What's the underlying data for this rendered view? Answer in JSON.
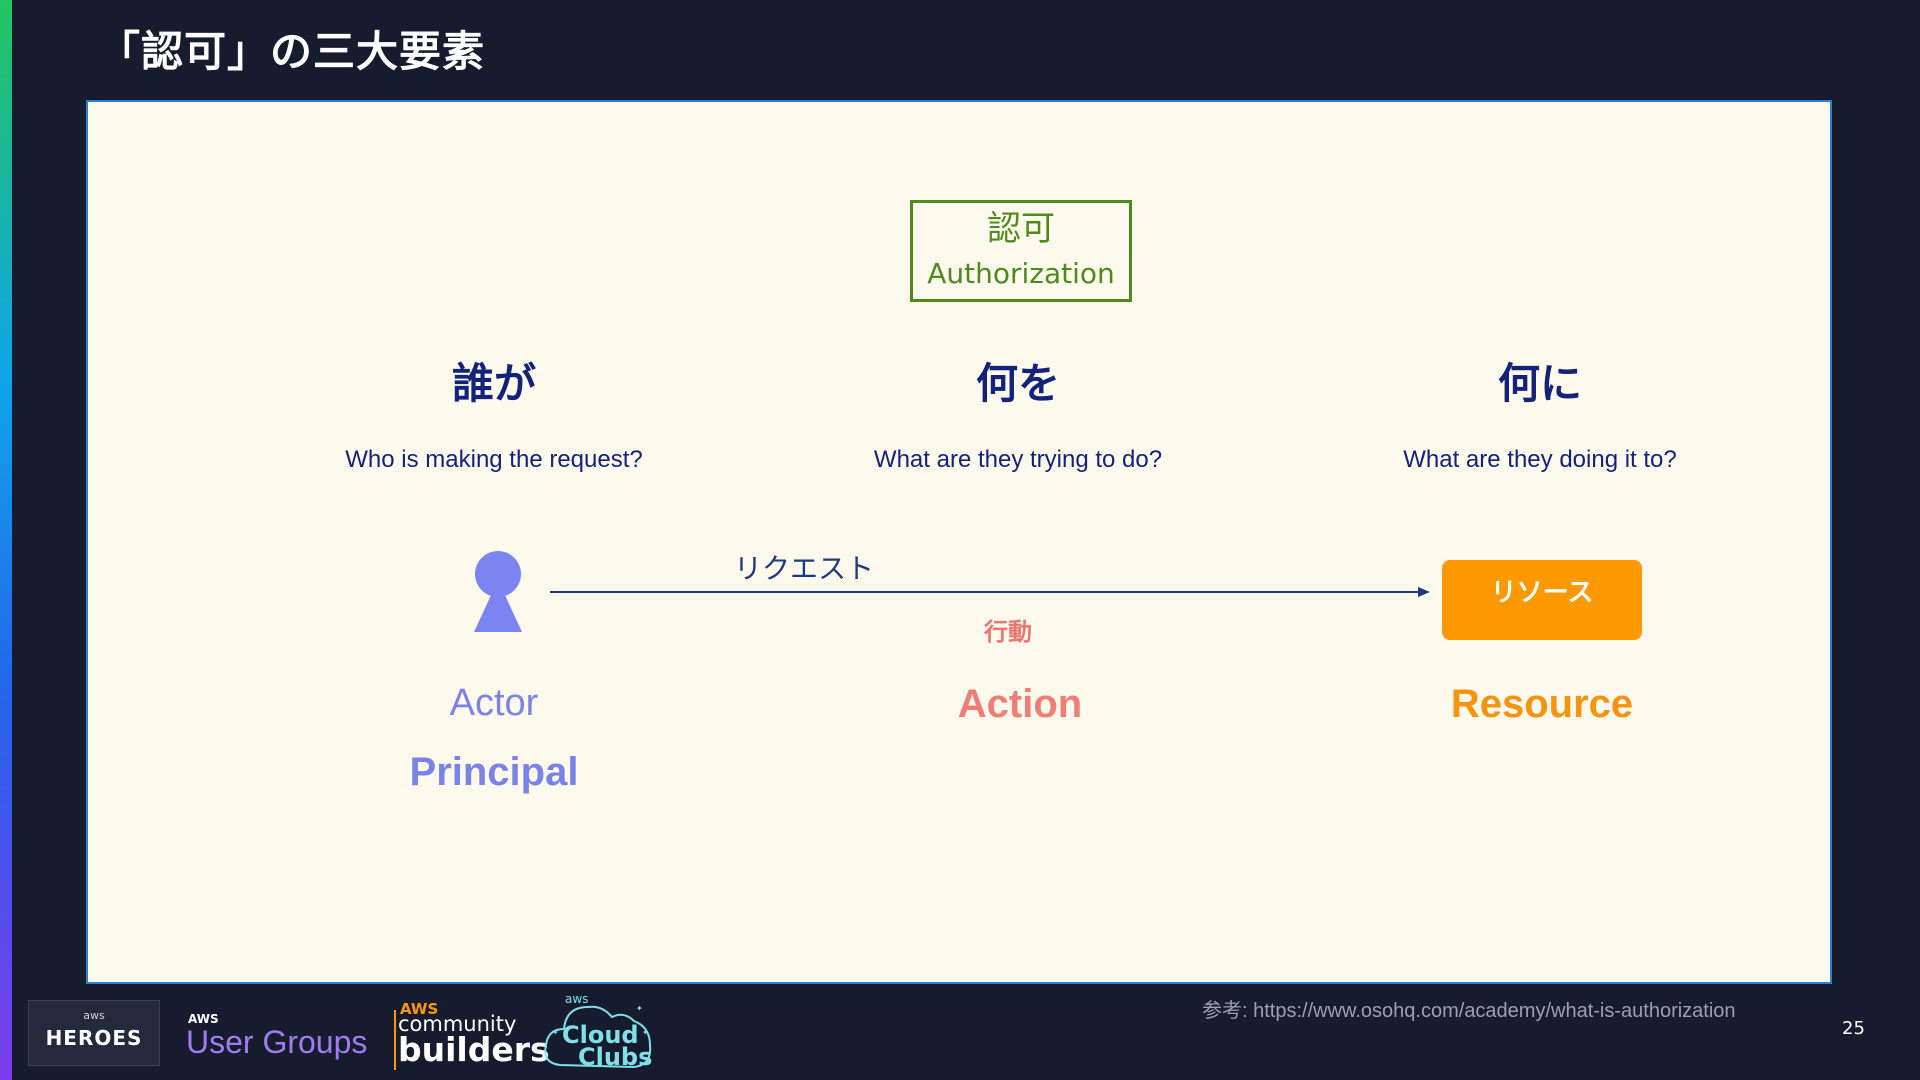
{
  "slide": {
    "title": "「認可」の三大要素",
    "page_number": "25"
  },
  "authorization_box": {
    "jp": "認可",
    "en": "Authorization"
  },
  "questions": [
    {
      "heading": "誰が",
      "sub": "Who is making the request?"
    },
    {
      "heading": "何を",
      "sub": "What are they trying to do?"
    },
    {
      "heading": "何に",
      "sub": "What are they doing it to?"
    }
  ],
  "flow": {
    "request_label": "リクエスト",
    "action_label": "行動",
    "resource_button": "リソース"
  },
  "labels": {
    "actor": "Actor",
    "principal": "Principal",
    "action": "Action",
    "resource": "Resource"
  },
  "footer": {
    "reference": "参考: https://www.osohq.com/academy/what-is-authorization",
    "heroes_small": "aws",
    "heroes_big": "HEROES",
    "user_groups_aws": "AWS",
    "user_groups_name": "User Groups",
    "community_aws": "AWS",
    "community_word": "community",
    "community_builders": "builders",
    "cloud_clubs_aws": "aws",
    "cloud_clubs_line1": "Cloud",
    "cloud_clubs_line2": "Clubs"
  },
  "colors": {
    "background": "#161c2d",
    "panel": "#fdf9ec",
    "panel_border": "#2b7fd4",
    "authorization_green": "#4f8a1d",
    "navy_text": "#14237a",
    "actor_purple": "#7b84e6",
    "action_salmon": "#ef7f76",
    "resource_orange": "#ff9900"
  },
  "icons": {
    "actor": "person-icon",
    "arrow": "arrow-right-icon"
  }
}
